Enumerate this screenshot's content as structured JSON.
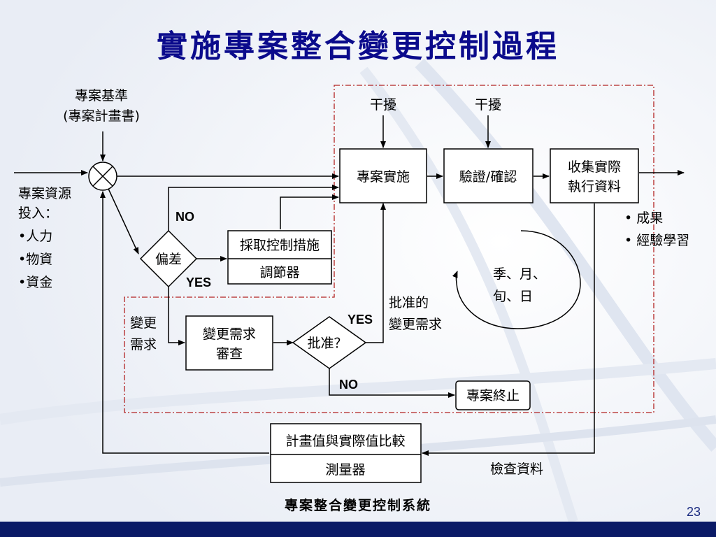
{
  "title": "實施專案整合變更控制過程",
  "caption": "專案整合變更控制系統",
  "page_number": "23",
  "colors": {
    "title": "#0b0b8c",
    "frame": "#b22222",
    "footer": "#0a1a66"
  },
  "inputs": {
    "baseline_line1": "專案基準",
    "baseline_line2": "(專案計畫書)",
    "resources_line1": "專案資源",
    "resources_line2": "投入：",
    "resources_items": [
      "•人力",
      "•物資",
      "•資金"
    ]
  },
  "boxes": {
    "execute": "專案實施",
    "verify": "驗證/確認",
    "collect_line1": "收集實際",
    "collect_line2": "執行資料",
    "corrective": "採取控制措施",
    "regulator": "調節器",
    "review_line1": "變更需求",
    "review_line2": "審查",
    "terminate": "專案終止",
    "compare": "計畫值與實際值比較",
    "measure": "測量器"
  },
  "decisions": {
    "deviation": "偏差",
    "approved": "批准？"
  },
  "labels": {
    "interference": "干擾",
    "no": "NO",
    "yes": "YES",
    "change_req_line1": "變更",
    "change_req_line2": "需求",
    "approved_req_line1": "批准的",
    "approved_req_line2": "變更需求",
    "cycle_line1": "季、月、",
    "cycle_line2": "旬、日",
    "check_data": "檢查資料"
  },
  "outputs": {
    "items": [
      "• 成果",
      "• 經驗學習"
    ]
  }
}
